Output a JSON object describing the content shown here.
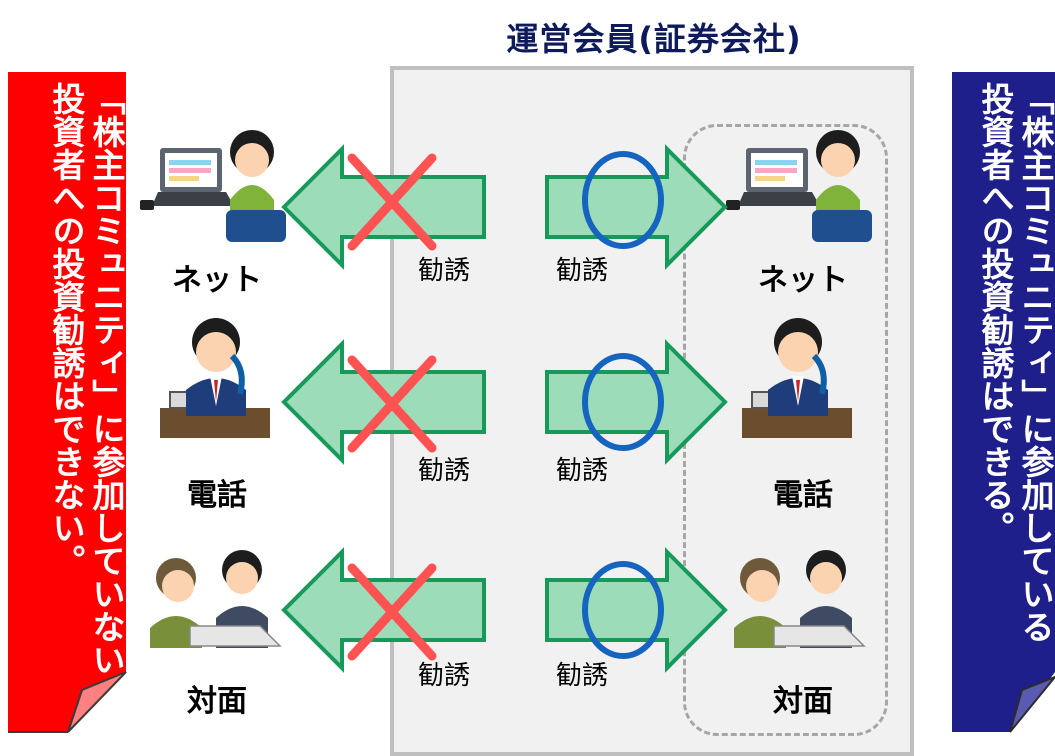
{
  "title": "運営会員(証券会社)",
  "left_panel": {
    "line1": "「株主コミュニティ」に参加していない",
    "line2": "投資者への投資勧誘はできない。",
    "color": "#ff0000"
  },
  "right_panel": {
    "line1": "「株主コミュニティ」に参加している",
    "line2": "投資者への投資勧誘はできる。",
    "color": "#1f1f8c"
  },
  "rows": [
    {
      "channel": "ネット",
      "left_arrow_label": "勧誘",
      "right_arrow_label": "勧誘"
    },
    {
      "channel": "電話",
      "left_arrow_label": "勧誘",
      "right_arrow_label": "勧誘"
    },
    {
      "channel": "対面",
      "left_arrow_label": "勧誘",
      "right_arrow_label": "勧誘"
    }
  ],
  "colors": {
    "arrow_fill": "#9ddcb9",
    "arrow_stroke": "#169a5a",
    "cross": "#ff4d4d",
    "circle": "#1565c0",
    "center_bg": "#f1f1f1"
  }
}
